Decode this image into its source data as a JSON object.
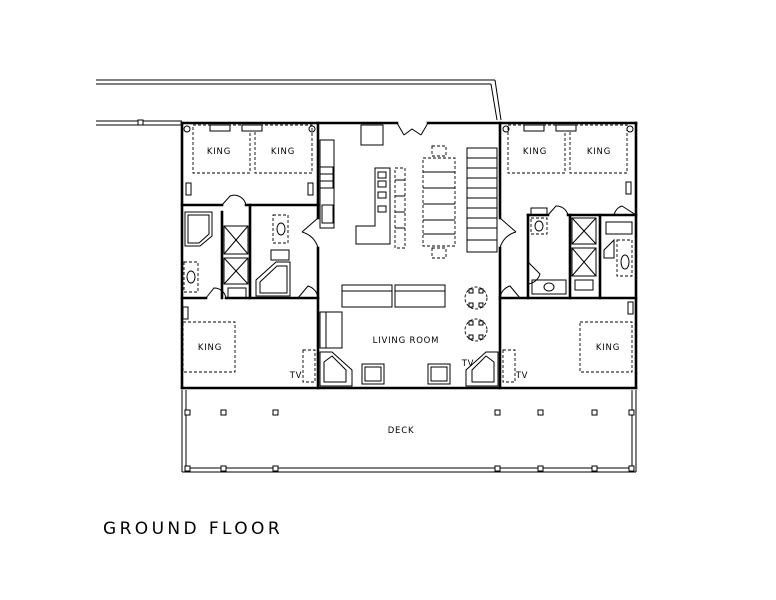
{
  "plan": {
    "title": "GROUND FLOOR",
    "rooms": {
      "bed_tl_king_a": "KING",
      "bed_tl_king_b": "KING",
      "bed_tr_king_a": "KING",
      "bed_tr_king_b": "KING",
      "bed_bl_king": "KING",
      "bed_br_king": "KING",
      "living_room": "LIVING ROOM",
      "deck": "DECK"
    },
    "tv_labels": {
      "left_bedroom": "TV",
      "living_room": "TV",
      "right_bedroom": "TV"
    }
  }
}
